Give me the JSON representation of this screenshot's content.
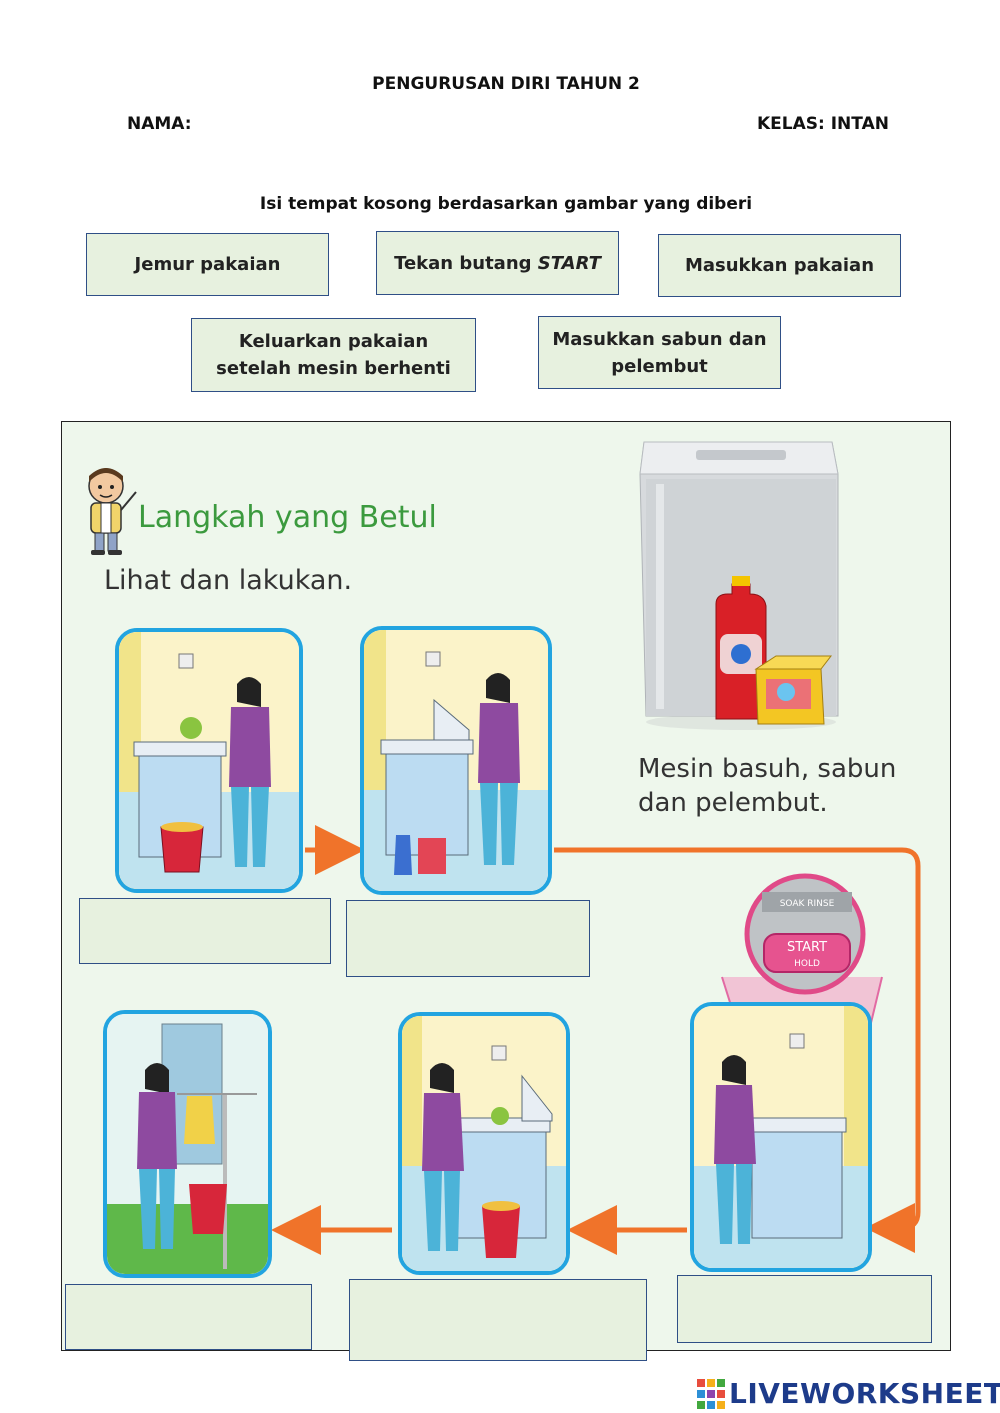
{
  "header": {
    "title": "PENGURUSAN DIRI TAHUN 2",
    "name_label": "NAMA:",
    "class_label": "KELAS: INTAN"
  },
  "instruction": "Isi tempat kosong berdasarkan gambar yang diberi",
  "options": [
    {
      "text": "Jemur pakaian"
    },
    {
      "prefix": "Tekan butang ",
      "italic": "START"
    },
    {
      "text": "Masukkan pakaian"
    },
    {
      "line1": "Keluarkan pakaian",
      "line2": "setelah mesin berhenti"
    },
    {
      "line1": "Masukkan sabun dan",
      "line2": "pelembut"
    }
  ],
  "panel": {
    "heading": "Langkah yang Betul",
    "subheading": "Lihat dan lakukan.",
    "caption_line1": "Mesin basuh, sabun",
    "caption_line2": "dan pelembut.",
    "start_top": "START",
    "start_bottom": "HOLD"
  },
  "footer": {
    "brand": "LIVEWORKSHEETS"
  },
  "colors": {
    "accent_blue": "#22a4e0",
    "arrow_orange": "#f0732a",
    "box_green": "#e7f1df",
    "heading_green": "#3b9a3e"
  }
}
